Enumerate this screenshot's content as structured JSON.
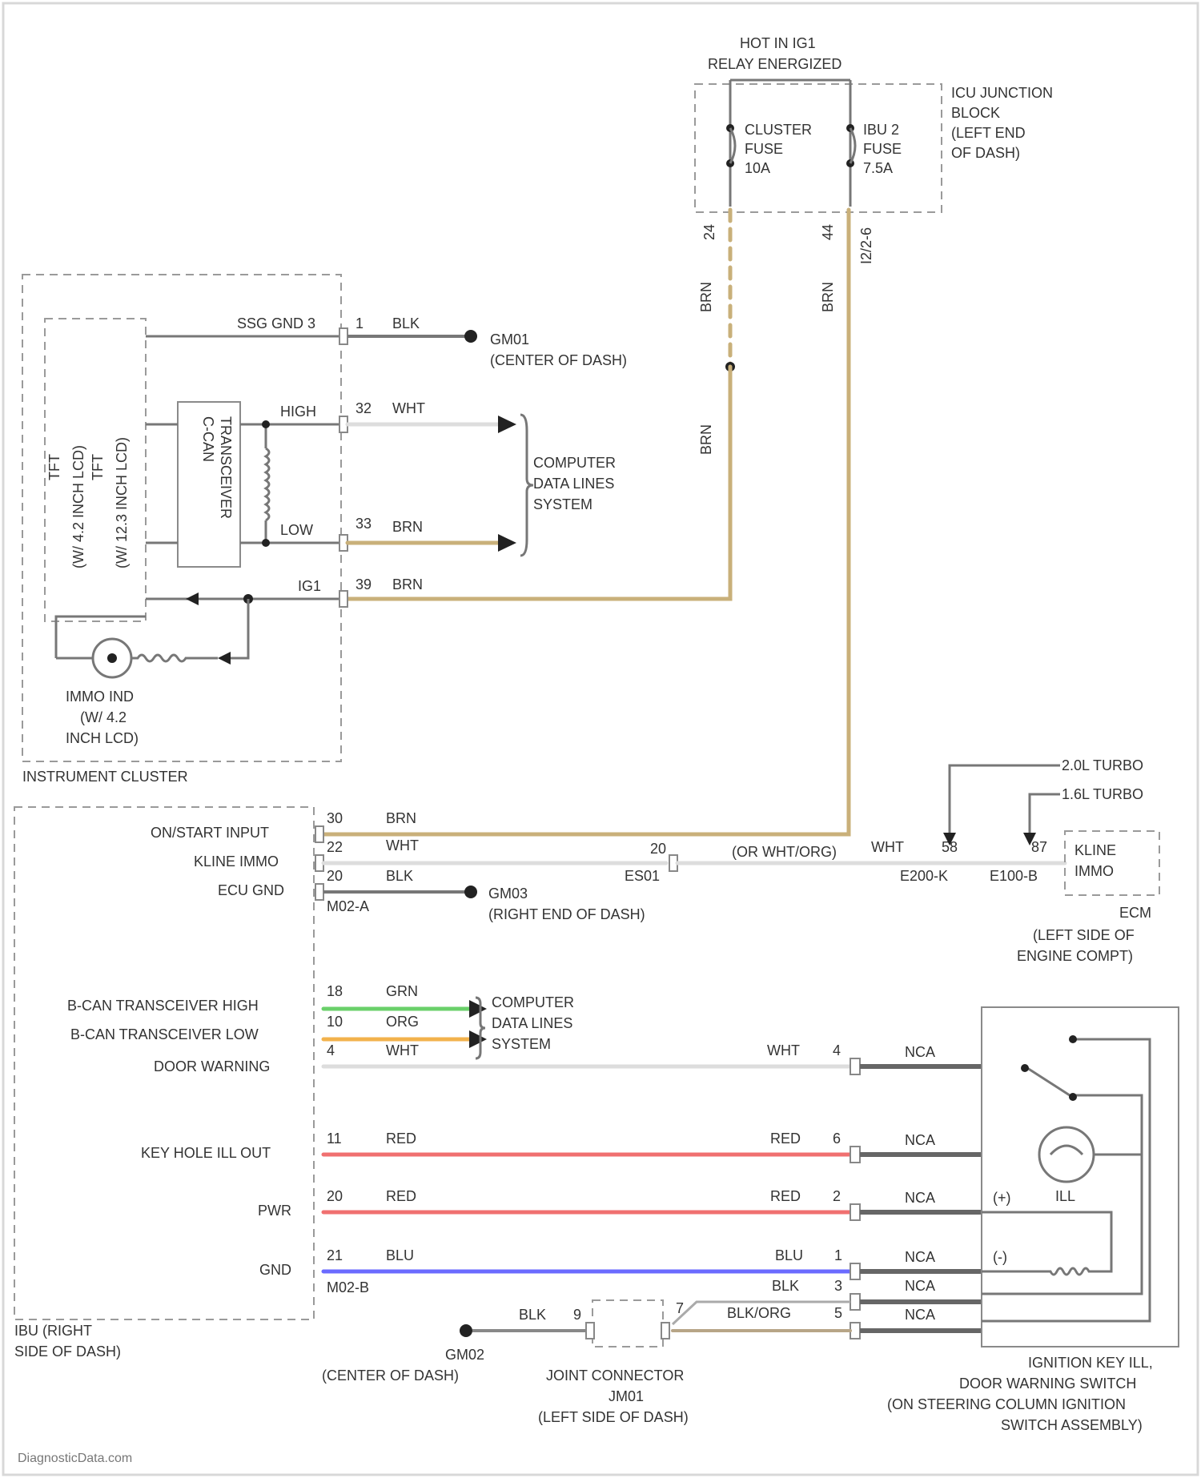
{
  "colors": {
    "brn": "#c9b07a",
    "grn": "#6ad06a",
    "org": "#f2b24c",
    "red": "#f07070",
    "blu": "#6b6bff",
    "wht": "#dddddd",
    "blk": "#888888",
    "gray": "#666666"
  },
  "labels": {
    "hot_in_ig1": "HOT IN IG1",
    "relay_energized": "RELAY ENERGIZED",
    "icu_jb": "ICU JUNCTION",
    "icu_jb2": "BLOCK",
    "icu_jb3": "(LEFT END",
    "icu_jb4": "OF DASH)",
    "cluster_fuse1": "CLUSTER",
    "cluster_fuse2": "FUSE",
    "cluster_fuse3": "10A",
    "ibu_fuse1": "IBU 2",
    "ibu_fuse2": "FUSE",
    "ibu_fuse3": "7.5A",
    "term_24": "24",
    "term_44": "44",
    "conn_i2": "I2/2-6",
    "brn_a": "BRN",
    "brn_b": "BRN",
    "brn_c": "BRN",
    "ssg_gnd": "SSG GND 3",
    "pin1": "1",
    "blk_top": "BLK",
    "gm01": "GM01",
    "gm01_loc": "(CENTER OF DASH)",
    "high": "HIGH",
    "low": "LOW",
    "pin32": "32",
    "wht_top": "WHT",
    "pin33": "33",
    "brn_low": "BRN",
    "ig1_label": "IG1",
    "pin39": "39",
    "brn_ig1": "BRN",
    "cdl_1": "COMPUTER",
    "cdl_2": "DATA LINES",
    "cdl_3": "SYSTEM",
    "ccan_1": "C-CAN",
    "ccan_2": "TRANSCEIVER",
    "tft_1": "TFT",
    "tft_2": "(W/ 4.2 INCH LCD)",
    "tft_3": "TFT",
    "tft_4": "(W/ 12.3 INCH LCD)",
    "immo_1": "IMMO IND",
    "immo_2": "(W/ 4.2",
    "immo_3": "INCH LCD)",
    "instrument_cluster": "INSTRUMENT CLUSTER",
    "ign_start_input": "ON/START INPUT",
    "kline_immo": "KLINE IMMO",
    "ecu_gnd": "ECU GND",
    "pin30": "30",
    "brn_on": "BRN",
    "pin22": "22",
    "wht_kline": "WHT",
    "pin20l": "20",
    "blk_gnd": "BLK",
    "m02a": "M02-A",
    "gm03": "GM03",
    "gm03_loc": "(RIGHT END OF DASH)",
    "pin20m": "20",
    "es01": "ES01",
    "or_wht_org": "(OR WHT/ORG)",
    "wht_r": "WHT",
    "pin58": "58",
    "pin87": "87",
    "e200k": "E200-K",
    "e100b": "E100-B",
    "turbo_20": "2.0L TURBO",
    "turbo_16": "1.6L TURBO",
    "kline_1": "KLINE",
    "kline_2": "IMMO",
    "ecm": "ECM",
    "ecm_loc1": "(LEFT SIDE OF",
    "ecm_loc2": "ENGINE COMPT)",
    "bcan_high": "B-CAN TRANSCEIVER HIGH",
    "bcan_low": "B-CAN TRANSCEIVER LOW",
    "door_warning": "DOOR WARNING",
    "pin18": "18",
    "grn": "GRN",
    "pin10": "10",
    "org": "ORG",
    "pin4l": "4",
    "wht_dw": "WHT",
    "cdl2_1": "COMPUTER",
    "cdl2_2": "DATA LINES",
    "cdl2_3": "SYSTEM",
    "wht_dw2": "WHT",
    "pin4r": "4",
    "nca1": "NCA",
    "keyhole": "KEY HOLE ILL OUT",
    "pin11": "11",
    "red1": "RED",
    "red1r": "RED",
    "pin6": "6",
    "nca2": "NCA",
    "pwr": "PWR",
    "pin20p": "20",
    "red2": "RED",
    "red2r": "RED",
    "pin2": "2",
    "nca3": "NCA",
    "gnd": "GND",
    "pin21": "21",
    "blu": "BLU",
    "blur": "BLU",
    "pin1g": "1",
    "nca4": "NCA",
    "m02b": "M02-B",
    "blk_r": "BLK",
    "pin3": "3",
    "nca5": "NCA",
    "blk_org": "BLK/ORG",
    "pin5": "5",
    "nca6": "NCA",
    "plus": "(+)",
    "minus": "(-)",
    "ill": "ILL",
    "ibu_1": "IBU (RIGHT",
    "ibu_2": "SIDE OF DASH)",
    "gm02": "GM02",
    "gm02_loc": "(CENTER OF DASH)",
    "blk_jc": "BLK",
    "pin9": "9",
    "pin7": "7",
    "jc_1": "JOINT CONNECTOR",
    "jc_2": "JM01",
    "jc_3": "(LEFT SIDE OF DASH)",
    "sw_1": "IGNITION KEY ILL,",
    "sw_2": "DOOR WARNING SWITCH",
    "sw_3": "(ON STEERING COLUMN IGNITION",
    "sw_4": "SWITCH ASSEMBLY)",
    "watermark": "DiagnosticData.com"
  }
}
